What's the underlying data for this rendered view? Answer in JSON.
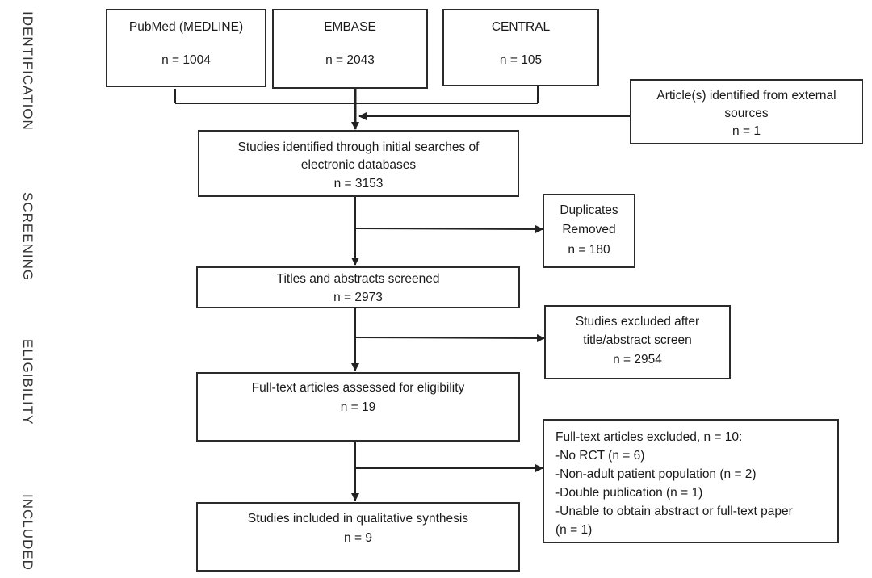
{
  "stages": {
    "identification": "IDENTIFICATION",
    "screening": "SCREENING",
    "eligibility": "ELIGIBILITY",
    "included": "INCLUDED"
  },
  "sources": {
    "pubmed": {
      "name": "PubMed (MEDLINE)",
      "count": "n = 1004"
    },
    "embase": {
      "name": "EMBASE",
      "count": "n = 2043"
    },
    "central": {
      "name": "CENTRAL",
      "count": "n = 105"
    },
    "external": {
      "line1": "Article(s) identified from external",
      "line2": "sources",
      "count": "n = 1"
    }
  },
  "flow": {
    "identified": {
      "line1": "Studies identified through initial searches of",
      "line2": "electronic databases",
      "count": "n = 3153"
    },
    "duplicates": {
      "line1": "Duplicates",
      "line2": "Removed",
      "count": "n = 180"
    },
    "screened": {
      "line1": "Titles and abstracts screened",
      "count": "n = 2973"
    },
    "excluded_screen": {
      "line1": "Studies excluded after",
      "line2": "title/abstract screen",
      "count": "n = 2954"
    },
    "fulltext": {
      "line1": "Full-text articles assessed for eligibility",
      "count": "n = 19"
    },
    "excluded_fulltext": {
      "header": "Full-text articles excluded, n = 10:",
      "reasons": [
        "-No RCT (n = 6)",
        "-Non-adult patient population (n = 2)",
        "-Double publication (n = 1)",
        "-Unable to obtain abstract or full-text paper",
        "(n = 1)"
      ]
    },
    "included": {
      "line1": "Studies included in qualitative synthesis",
      "count": "n = 9"
    }
  }
}
